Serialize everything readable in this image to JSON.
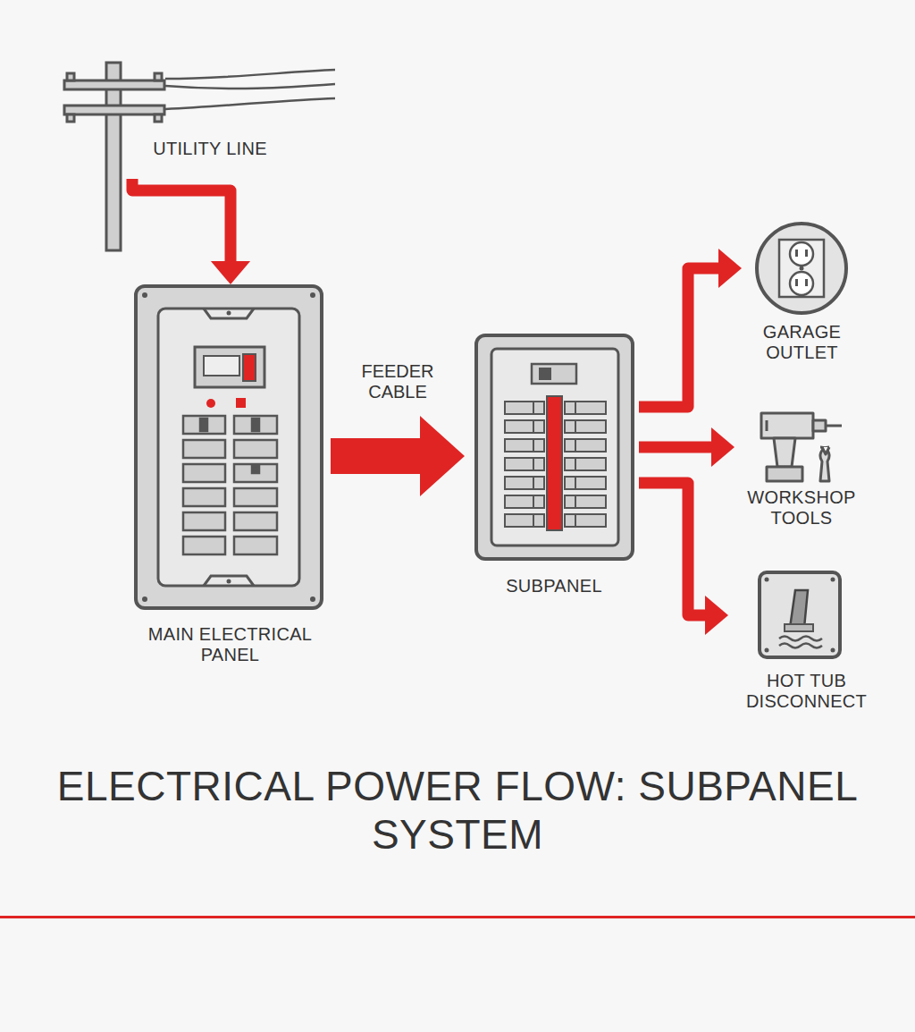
{
  "diagram": {
    "title": "ELECTRICAL POWER FLOW: SUBPANEL SYSTEM",
    "nodes": [
      {
        "text": [
          "UTILITY LINE"
        ]
      },
      {
        "text": [
          "MAIN ELECTRICAL PANEL"
        ]
      },
      {
        "text": [
          "SUBPANEL"
        ]
      },
      {
        "text": [
          "GARAGE OUTLET"
        ]
      },
      {
        "text": [
          "WORKSHOP TOOLS"
        ]
      },
      {
        "text": [
          "HOT TUB DISCONNECT"
        ]
      }
    ],
    "edges": [
      {
        "from": 0,
        "to": 1,
        "arrow": "to"
      },
      {
        "from": 1,
        "to": 2,
        "label": "FEEDER CABLE",
        "arrow": "to"
      },
      {
        "from": 2,
        "to": 3,
        "arrow": "to"
      },
      {
        "from": 2,
        "to": 4,
        "arrow": "to"
      },
      {
        "from": 2,
        "to": 5,
        "arrow": "to"
      }
    ]
  }
}
